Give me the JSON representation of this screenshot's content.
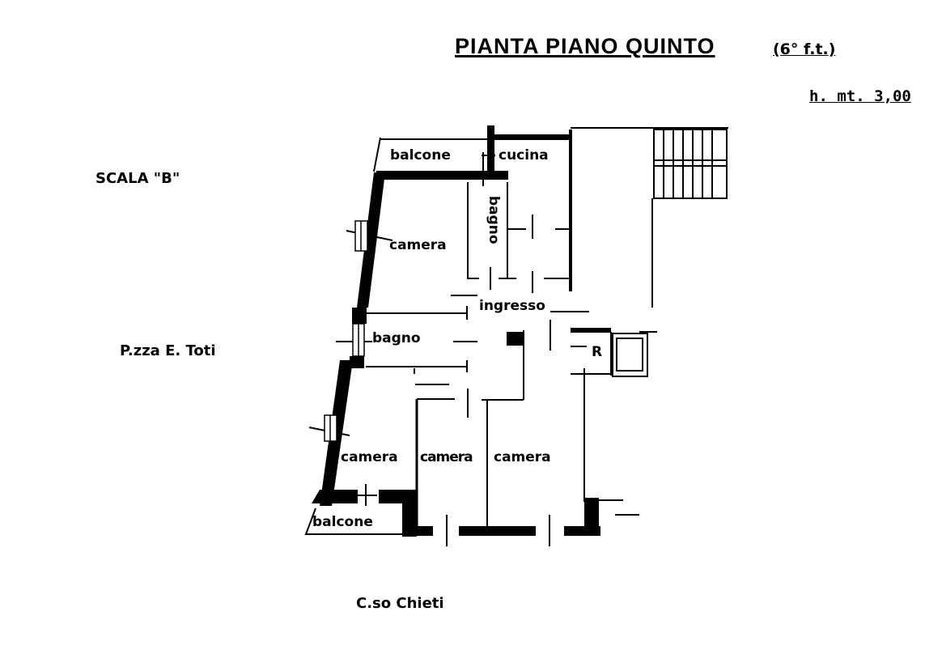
{
  "header": {
    "title": "PIANTA PIANO QUINTO",
    "floor_note": "(6° f.t.)",
    "height": "h. mt. 3,00"
  },
  "labels": {
    "staircase": "SCALA \"B\"",
    "west_street": "P.zza E. Toti",
    "south_street": "C.so Chieti"
  },
  "rooms": {
    "balcone_top": "balcone",
    "cucina": "cucina",
    "bagno_vertical": "bagno",
    "camera_top": "camera",
    "ingresso": "ingresso",
    "bagno": "bagno",
    "r_room": "R",
    "camera_left": "camera",
    "camera_mid": "camera",
    "camera_right": "camera",
    "balcone_bottom": "balcone"
  }
}
